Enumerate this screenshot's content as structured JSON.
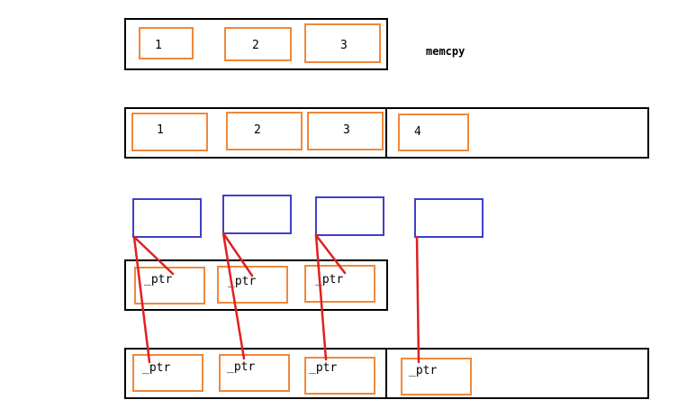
{
  "caption": "memcpy",
  "row1": {
    "items": [
      "1",
      "2",
      "3"
    ]
  },
  "row2": {
    "items": [
      "1",
      "2",
      "3",
      "4"
    ]
  },
  "row3": {
    "ptr_label": "_ptr",
    "items": [
      "_ptr",
      "_ptr",
      "_ptr"
    ]
  },
  "row4": {
    "items": [
      "_ptr",
      "_ptr",
      "_ptr",
      "_ptr"
    ]
  },
  "colors": {
    "container": "#000000",
    "element": "#f0883a",
    "pointee": "#4040c8",
    "pointer_line": "#e02020"
  }
}
